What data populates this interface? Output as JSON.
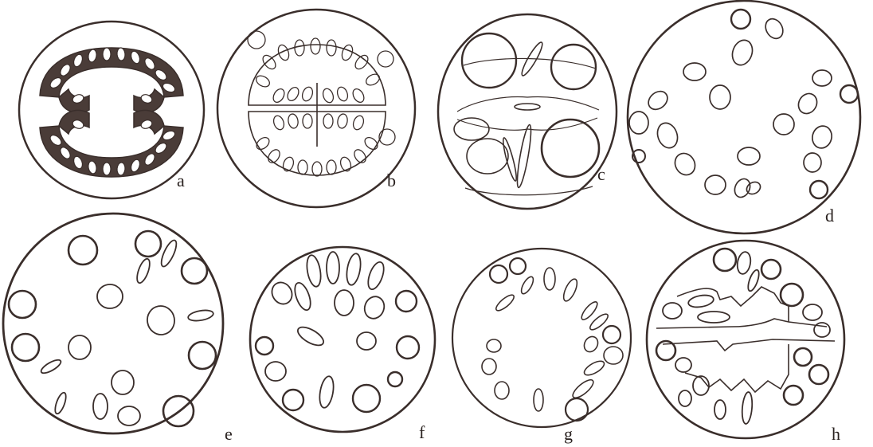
{
  "panels": [
    {
      "id": "a",
      "label": "a"
    },
    {
      "id": "b",
      "label": "b"
    },
    {
      "id": "c",
      "label": "c"
    },
    {
      "id": "d",
      "label": "d"
    },
    {
      "id": "e",
      "label": "e"
    },
    {
      "id": "f",
      "label": "f"
    },
    {
      "id": "g",
      "label": "g"
    },
    {
      "id": "h",
      "label": "h"
    }
  ],
  "colors": {
    "background": "#ffffff",
    "ink": "#3a2e2b",
    "dark_fill": "#4a3c38"
  }
}
